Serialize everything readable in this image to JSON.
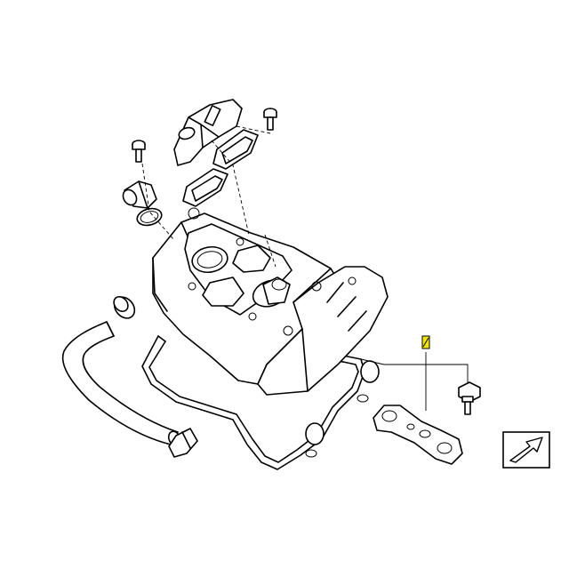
{
  "diagram": {
    "parts": [
      {
        "id": "valve-cover",
        "icon": "valve-cover"
      },
      {
        "id": "valve-cover-gasket",
        "icon": "gasket"
      },
      {
        "id": "breather-hose",
        "icon": "hose"
      },
      {
        "id": "hose-clamp-upper",
        "icon": "hose-clamp"
      },
      {
        "id": "hose-clamp-lower",
        "icon": "hose-clamp"
      },
      {
        "id": "vent-valve-housing",
        "icon": "vent-valve"
      },
      {
        "id": "gasket-upper",
        "icon": "gasket"
      },
      {
        "id": "gasket-lower",
        "icon": "gasket"
      },
      {
        "id": "screw-top-right",
        "icon": "screw"
      },
      {
        "id": "screw-left",
        "icon": "screw"
      },
      {
        "id": "pipe-fitting",
        "icon": "fitting"
      },
      {
        "id": "o-ring",
        "icon": "o-ring"
      },
      {
        "id": "spark-plug-seal",
        "icon": "seal"
      },
      {
        "id": "collar-screw",
        "icon": "screw"
      },
      {
        "id": "part-note-marker",
        "icon": "note-marker",
        "color": "#f2e600"
      }
    ],
    "nav_arrow_icon": "arrow-icon",
    "colors": {
      "line": "#000000",
      "background": "#ffffff",
      "marker": "#f2e600"
    }
  }
}
